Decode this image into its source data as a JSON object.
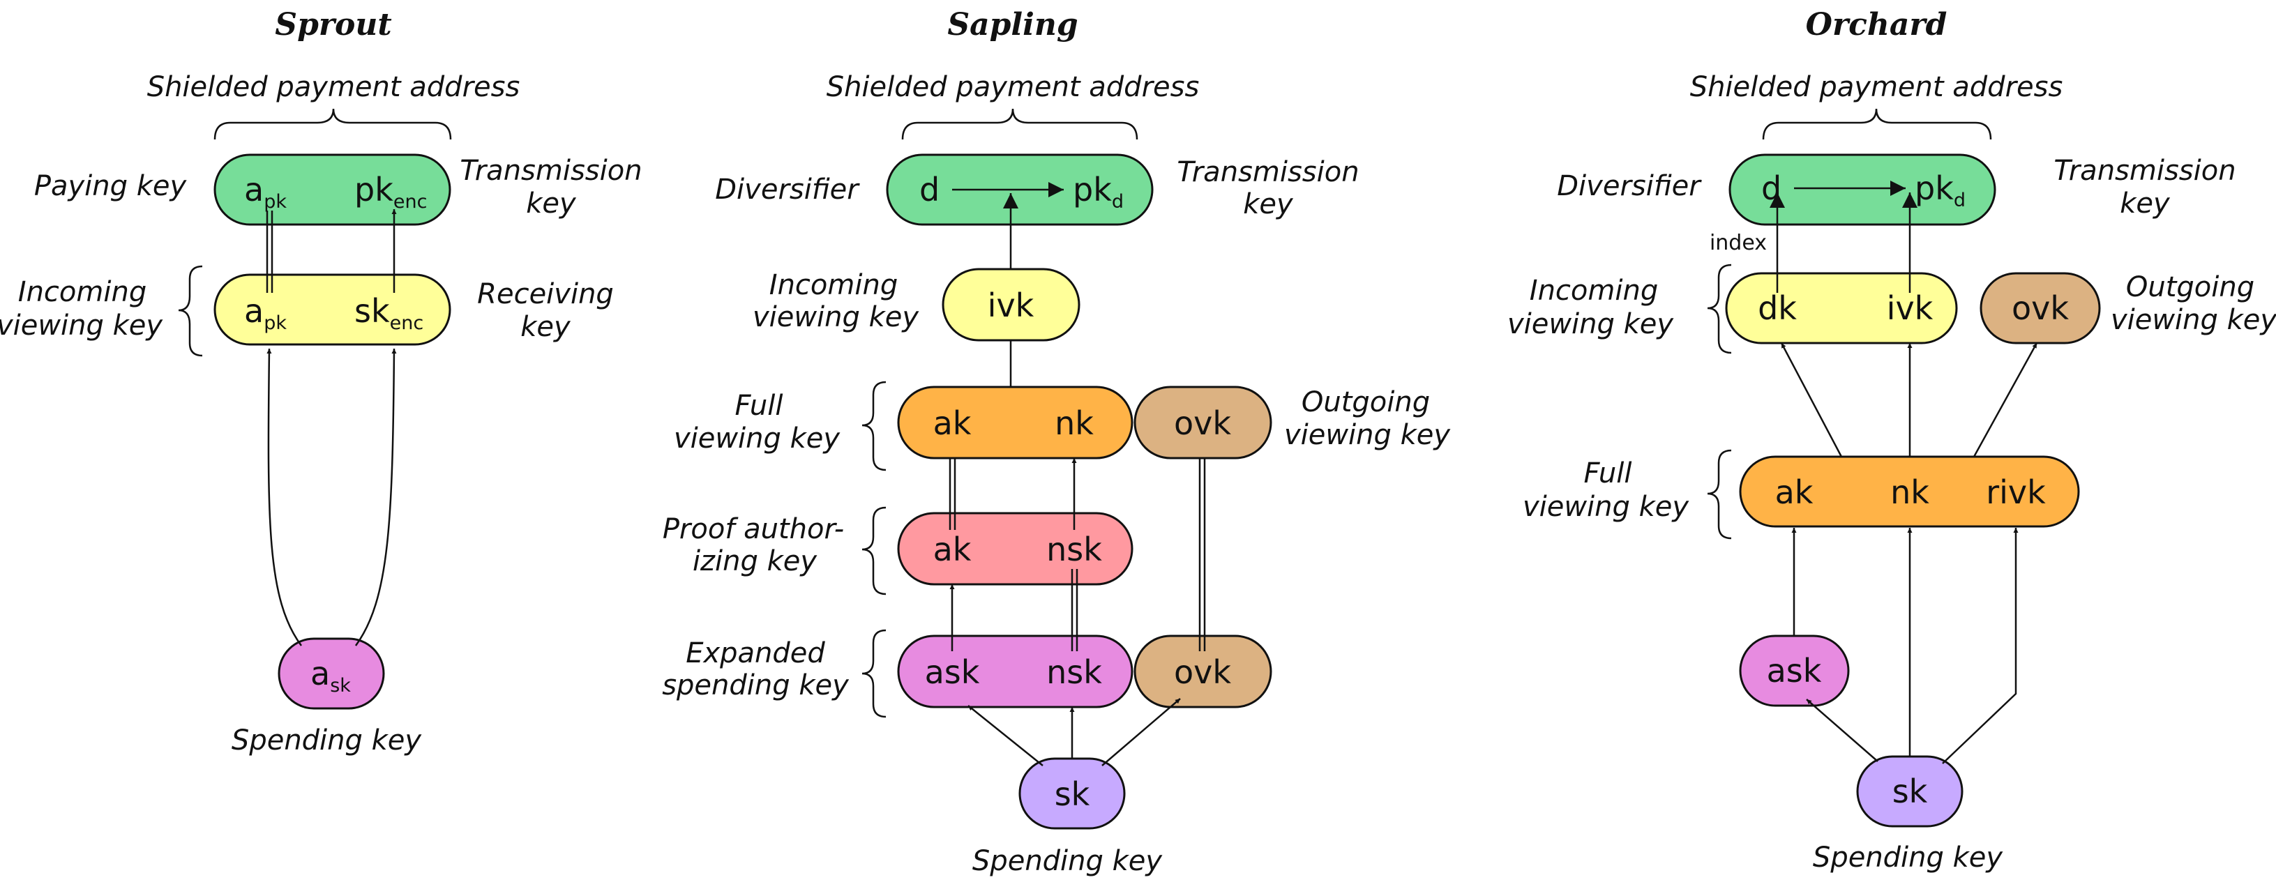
{
  "colors": {
    "green": "#77dd99",
    "yellow": "#ffff99",
    "orange": "#ffb347",
    "tan": "#dcb282",
    "pink": "#ff99a0",
    "magenta": "#e78be0",
    "lavender": "#c7aaff"
  },
  "sprout": {
    "title": "Sprout",
    "address_label": "Shielded payment address",
    "paying_key_label": "Paying key",
    "transmission_key_label": [
      "Transmission",
      "key"
    ],
    "incoming_viewing_key_label": [
      "Incoming",
      "viewing key"
    ],
    "receiving_key_label": [
      "Receiving",
      "key"
    ],
    "spending_key_label": "Spending key",
    "keys": {
      "apk_base": "a",
      "apk_sub": "pk",
      "pkenc_base": "pk",
      "pkenc_sub": "enc",
      "apk2_base": "a",
      "apk2_sub": "pk",
      "skenc_base": "sk",
      "skenc_sub": "enc",
      "ask_base": "a",
      "ask_sub": "sk"
    }
  },
  "sapling": {
    "title": "Sapling",
    "address_label": "Shielded payment address",
    "diversifier_label": "Diversifier",
    "transmission_key_label": [
      "Transmission",
      "key"
    ],
    "incoming_viewing_key_label": [
      "Incoming",
      "viewing key"
    ],
    "full_viewing_key_label": [
      "Full",
      "viewing key"
    ],
    "outgoing_viewing_key_label": [
      "Outgoing",
      "viewing key"
    ],
    "proof_authorizing_key_label": [
      "Proof author-",
      "izing key"
    ],
    "expanded_spending_key_label": [
      "Expanded",
      "spending key"
    ],
    "spending_key_label": "Spending key",
    "keys": {
      "d": "d",
      "pkd_base": "pk",
      "pkd_sub": "d",
      "ivk": "ivk",
      "fvk_ak": "ak",
      "fvk_nk": "nk",
      "fvk_ovk": "ovk",
      "pak_ak": "ak",
      "pak_nsk": "nsk",
      "esk_ask": "ask",
      "esk_nsk": "nsk",
      "esk_ovk": "ovk",
      "sk": "sk"
    }
  },
  "orchard": {
    "title": "Orchard",
    "address_label": "Shielded payment address",
    "diversifier_label": "Diversifier",
    "transmission_key_label": [
      "Transmission",
      "key"
    ],
    "index_label": "index",
    "incoming_viewing_key_label": [
      "Incoming",
      "viewing key"
    ],
    "outgoing_viewing_key_label": [
      "Outgoing",
      "viewing key"
    ],
    "full_viewing_key_label": [
      "Full",
      "viewing key"
    ],
    "spending_key_label": "Spending key",
    "keys": {
      "d": "d",
      "pkd_base": "pk",
      "pkd_sub": "d",
      "dk": "dk",
      "ivk": "ivk",
      "ovk": "ovk",
      "ak": "ak",
      "nk": "nk",
      "rivk": "rivk",
      "ask": "ask",
      "sk": "sk"
    }
  }
}
